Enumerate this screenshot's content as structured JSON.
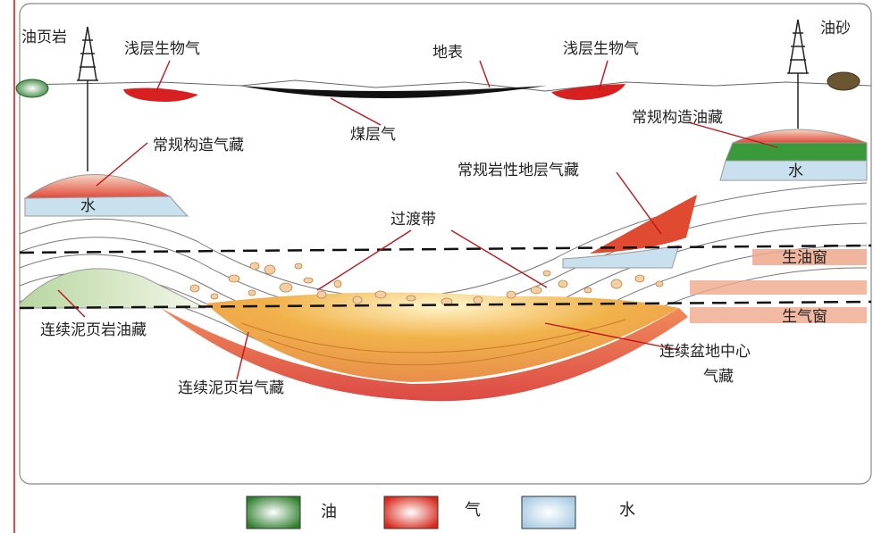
{
  "labels": {
    "oil_shale": "油页岩",
    "shallow_biogas_left": "浅层生物气",
    "surface": "地表",
    "shallow_biogas_right": "浅层生物气",
    "oil_sand": "油砂",
    "coalbed_gas": "煤层气",
    "conv_struct_oil": "常规构造油藏",
    "conv_struct_gas": "常规构造气藏",
    "water_left": "水",
    "water_right": "水",
    "conv_litho_gas": "常规岩性地层气藏",
    "transition_zone": "过渡带",
    "oil_window": "生油窗",
    "gas_window": "生气窗",
    "cont_shale_oil": "连续泥页岩油藏",
    "cont_basin_gas_line1": "连续盆地中心",
    "cont_basin_gas_line2": "气藏",
    "cont_shale_gas": "连续泥页岩气藏"
  },
  "legend": [
    {
      "label": "油",
      "color": "#3a8a3a"
    },
    {
      "label": "气",
      "color": "#e03a2a"
    },
    {
      "label": "水",
      "color": "#bcd8ec"
    }
  ]
}
